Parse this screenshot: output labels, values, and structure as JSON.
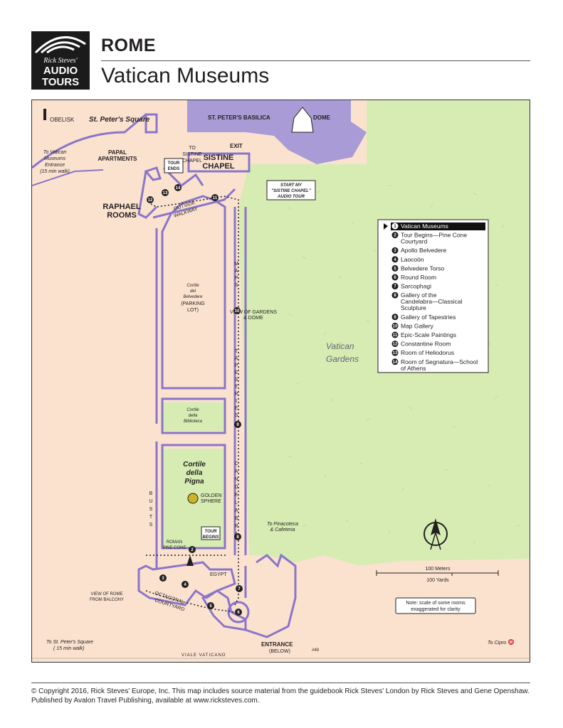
{
  "brand": {
    "line1": "Rick Steves'",
    "line2": "AUDIO",
    "line3": "TOURS"
  },
  "header": {
    "city": "ROME",
    "title": "Vatican Museums"
  },
  "colors": {
    "walls": "#8a75c9",
    "gardens": "#d6ecb3",
    "paving": "#fbe2cf",
    "basilica": "#a99bd6",
    "legend_highlight": "#111111",
    "metro": "#e03a3a"
  },
  "map": {
    "obelisk": "OBELISK",
    "st_peters_square": "St. Peter's Square",
    "basilica": "ST. PETER'S BASILICA",
    "dome": "DOME",
    "exit": "EXIT",
    "to_sistine": [
      "TO",
      "SISTINE",
      "CHAPEL"
    ],
    "sistine": [
      "SISTINE",
      "CHAPEL"
    ],
    "papal": [
      "PAPAL",
      "APARTMENTS"
    ],
    "to_entrance": [
      "To Vatican",
      "Museums",
      "Entrance",
      "(15 min walk)"
    ],
    "tour_ends": [
      "TOUR",
      "ENDS"
    ],
    "start": [
      "START MY",
      "\"SISTINE CHAPEL\"",
      "AUDIO TOUR"
    ],
    "raphael": [
      "RAPHAEL",
      "ROOMS"
    ],
    "outside_walkway": [
      "OUTSIDE",
      "WALKWAY"
    ],
    "cortile_belvedere": [
      "Cortile",
      "del",
      "Belvedere",
      "(PARKING",
      "LOT)"
    ],
    "maps_letters": [
      "M",
      "A",
      "P",
      "S"
    ],
    "view_gardens": [
      "VIEW OF GARDENS",
      "& DOME"
    ],
    "tapestries_letters": [
      "T",
      "A",
      "P",
      "E",
      "S",
      "T",
      "R",
      "I",
      "E",
      "S"
    ],
    "vatican_gardens": [
      "Vatican",
      "Gardens"
    ],
    "cortile_biblioteca": [
      "Cortile",
      "della",
      "Biblioteca"
    ],
    "candelabra_letters": [
      "C",
      "A",
      "N",
      "D",
      "E",
      "L",
      "A",
      "B",
      "R",
      "A"
    ],
    "cortile_pigna": [
      "Cortile",
      "della",
      "Pigna"
    ],
    "golden_sphere": [
      "GOLDEN",
      "SPHERE"
    ],
    "busts_letters": [
      "B",
      "U",
      "S",
      "T",
      "S"
    ],
    "tour_begins": [
      "TOUR",
      "BEGINS"
    ],
    "pine_cone": [
      "ROMAN",
      "PINE CONE"
    ],
    "egypt": "EGYPT",
    "pinacoteca": [
      "To Pinacoteca",
      "& Cafeteria"
    ],
    "octagonal": [
      "OCTAGONAL",
      "COURTYARD"
    ],
    "view_rome": [
      "VIEW OF ROME",
      "FROM BALCONY"
    ],
    "to_square": [
      "To St. Peter's Square",
      "( 15 min walk)"
    ],
    "entrance": [
      "ENTRANCE",
      "(BELOW)"
    ],
    "bus": "#49",
    "street": "VIALE VATICANO",
    "to_cipro": "To Cipro",
    "metro": "M",
    "scale_meters": "100 Meters",
    "scale_yards": "100 Yards",
    "note": [
      "Note: scale of some rooms",
      "exaggerated for clarity"
    ],
    "legend": [
      {
        "num": "1",
        "label": "Vatican Museums"
      },
      {
        "num": "2",
        "label": "Tour Begins—Pine Cone Courtyard"
      },
      {
        "num": "3",
        "label": "Apollo Belvedere"
      },
      {
        "num": "4",
        "label": "Laocoön"
      },
      {
        "num": "5",
        "label": "Belvedere Torso"
      },
      {
        "num": "6",
        "label": "Round Room"
      },
      {
        "num": "7",
        "label": "Sarcophagi"
      },
      {
        "num": "8",
        "label": "Gallery of the Candelabra—Classical Sculpture"
      },
      {
        "num": "9",
        "label": "Gallery of Tapestries"
      },
      {
        "num": "10",
        "label": "Map Gallery"
      },
      {
        "num": "11",
        "label": "Epic-Scale Paintings"
      },
      {
        "num": "12",
        "label": "Constantine Room"
      },
      {
        "num": "13",
        "label": "Room of Heliodorus"
      },
      {
        "num": "14",
        "label": "Room of Segnatura—School of Athens"
      }
    ]
  },
  "footer": {
    "copyright": "© Copyright 2016, Rick Steves' Europe, Inc. This map includes source material from the guidebook Rick Steves' London by Rick Steves and Gene Openshaw. Published by Avalon Travel Publishing, available at www.ricksteves.com."
  }
}
